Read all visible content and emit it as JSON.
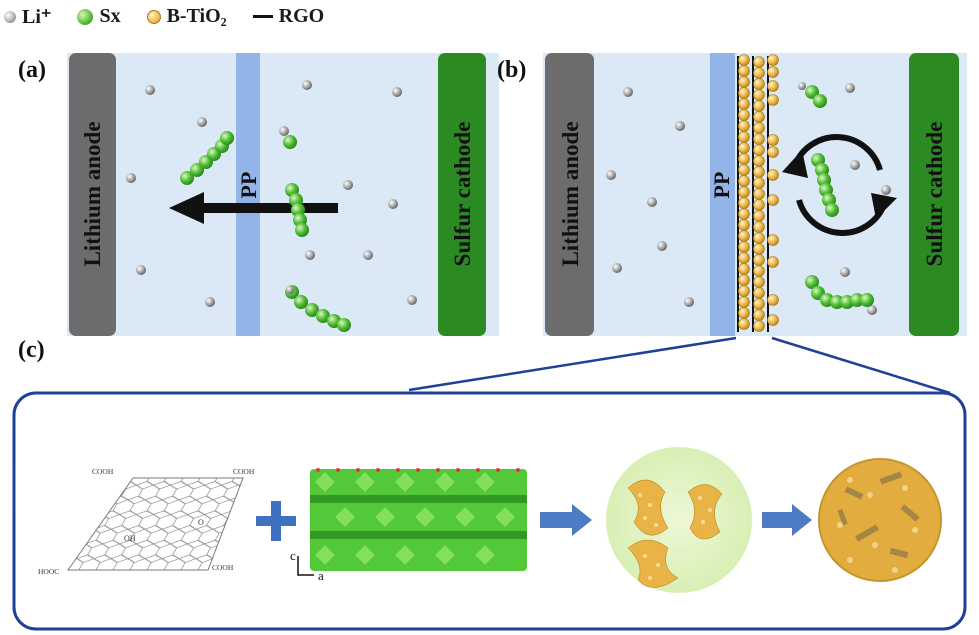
{
  "legend": {
    "li": "Li⁺",
    "sx": "Sx",
    "tio2": "B-TiO₂",
    "rgo": "RGO"
  },
  "panels": {
    "a": {
      "label": "(a)",
      "anode": "Lithium anode",
      "separator": "PP",
      "cathode": "Sulfur cathode"
    },
    "b": {
      "label": "(b)",
      "anode": "Lithium anode",
      "separator": "PP",
      "cathode": "Sulfur cathode"
    },
    "c": {
      "label": "(c)",
      "cooh_1": "COOH",
      "cooh_2": "COOH",
      "cooh_3": "COOH",
      "hooc": "HOOC",
      "oh": "OH",
      "o": "O",
      "axis_c": "c",
      "axis_a": "a"
    }
  },
  "colors": {
    "electrolyte": "#dbe9f6",
    "anode": "#6c6c6c",
    "cathode": "#2b8a22",
    "separator": "#93b4e8",
    "frame": "#1f3f99",
    "arrow": "#4d7cc4"
  }
}
